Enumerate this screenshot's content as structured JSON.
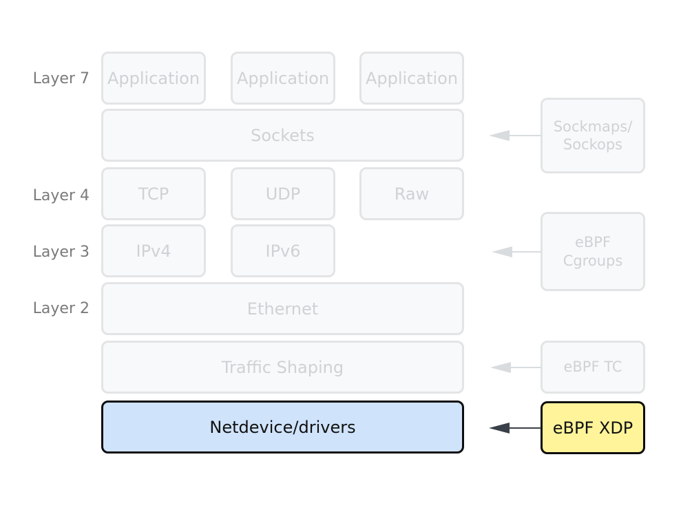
{
  "layers": {
    "layer7": "Layer 7",
    "layer4": "Layer 4",
    "layer3": "Layer 3",
    "layer2": "Layer 2"
  },
  "stack": {
    "app1": "Application",
    "app2": "Application",
    "app3": "Application",
    "sockets": "Sockets",
    "tcp": "TCP",
    "udp": "UDP",
    "raw": "Raw",
    "ipv4": "IPv4",
    "ipv6": "IPv6",
    "ethernet": "Ethernet",
    "traffic_shaping": "Traffic Shaping",
    "netdevice": "Netdevice/drivers"
  },
  "hooks": {
    "sockmaps_line1": "Sockmaps/",
    "sockmaps_line2": "Sockops",
    "cgroups_line1": "eBPF",
    "cgroups_line2": "Cgroups",
    "tc": "eBPF TC",
    "xdp": "eBPF XDP"
  },
  "colors": {
    "inactive_border": "#e2e4e6",
    "inactive_text": "#cfd2d5",
    "netdevice_fill": "#cfe3fb",
    "xdp_fill": "#fff49a",
    "active_border": "#0d0d0d",
    "inactive_arrow": "#d9dcdf",
    "active_arrow": "#3a4048"
  }
}
